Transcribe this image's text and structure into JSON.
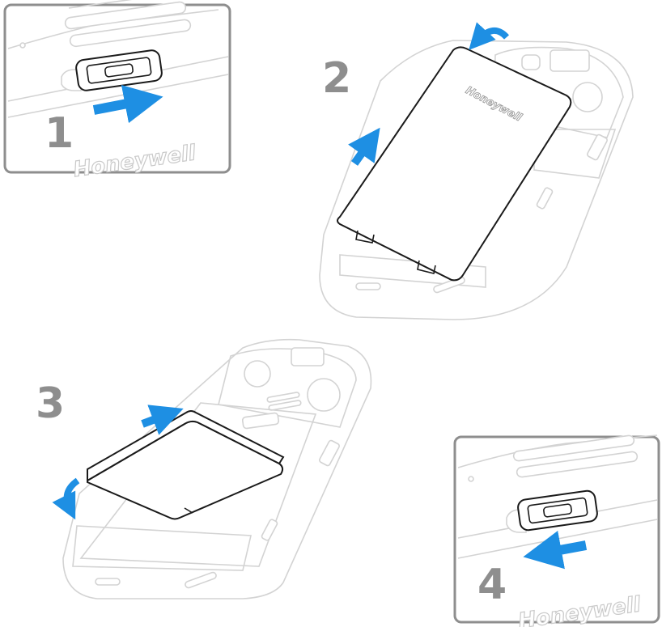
{
  "steps": [
    {
      "number": "1",
      "brand": "Honeywell",
      "action": "slide latch right to unlock"
    },
    {
      "number": "2",
      "brand": "Honeywell",
      "action": "lift and remove battery door"
    },
    {
      "number": "3",
      "brand": "",
      "action": "insert battery"
    },
    {
      "number": "4",
      "brand": "Honeywell",
      "action": "slide latch left to lock"
    }
  ],
  "colors": {
    "arrow": "#1e8fe3",
    "step_number": "#8e8e8e",
    "outline": "#1a1a1a",
    "device": "#d3d3d3",
    "frame": "#8e8e8e"
  }
}
